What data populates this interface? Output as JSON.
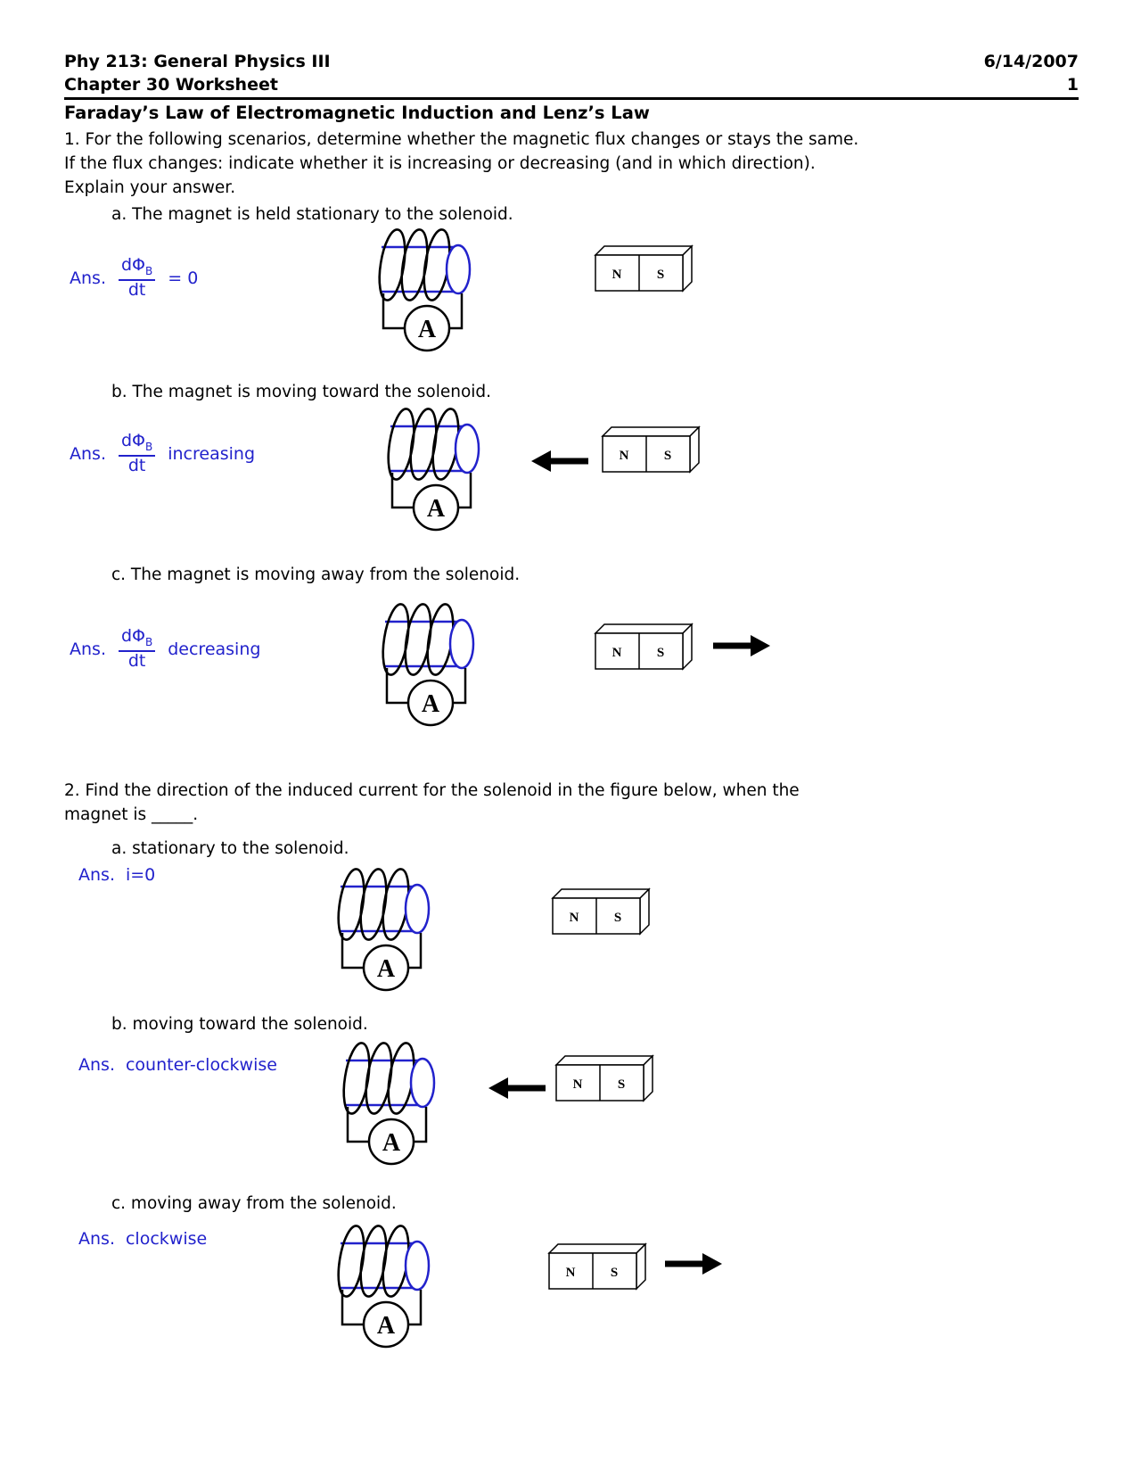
{
  "header": {
    "course": "Phy 213:  General Physics III",
    "date": "6/14/2007",
    "chapter": "Chapter 30 Worksheet",
    "page_number": "1"
  },
  "title": "Faraday’s Law of Electromagnetic Induction and Lenz’s Law",
  "colors": {
    "answer_blue": "#2222cc",
    "solenoid_blue": "#2222cc"
  },
  "q1": {
    "prompt_lines": [
      "1.  For the following scenarios, determine whether the magnetic flux changes or stays the same.",
      "If the flux changes: indicate whether it is increasing or decreasing (and in which direction).",
      "Explain your answer."
    ],
    "items": {
      "a": {
        "label": "a.  The magnet is held stationary to the solenoid.",
        "ans_prefix": "Ans.",
        "frac_num": "dΦ",
        "frac_sub": "B",
        "frac_den": "dt",
        "result": "= 0"
      },
      "b": {
        "label": "b.  The magnet is moving toward the solenoid.",
        "ans_prefix": "Ans.",
        "frac_num": "dΦ",
        "frac_sub": "B",
        "frac_den": "dt",
        "result": "increasing"
      },
      "c": {
        "label": "c.  The magnet is moving away from the solenoid.",
        "ans_prefix": "Ans.",
        "frac_num": "dΦ",
        "frac_sub": "B",
        "frac_den": "dt",
        "result": "decreasing"
      }
    }
  },
  "q2": {
    "prompt_lines": [
      "2.  Find the direction of the induced current for the solenoid in the figure below, when the",
      "magnet is _____."
    ],
    "items": {
      "a": {
        "label": "a.  stationary to the solenoid.",
        "ans_prefix": "Ans.",
        "ans_value": "i=0"
      },
      "b": {
        "label": "b.  moving toward the solenoid.",
        "ans_prefix": "Ans.",
        "ans_value": "counter-clockwise"
      },
      "c": {
        "label": "c. moving away from the solenoid.",
        "ans_prefix": "Ans.",
        "ans_value": "clockwise"
      }
    }
  },
  "figure": {
    "ammeter_label": "A",
    "magnet_left_pole": "N",
    "magnet_right_pole": "S"
  }
}
